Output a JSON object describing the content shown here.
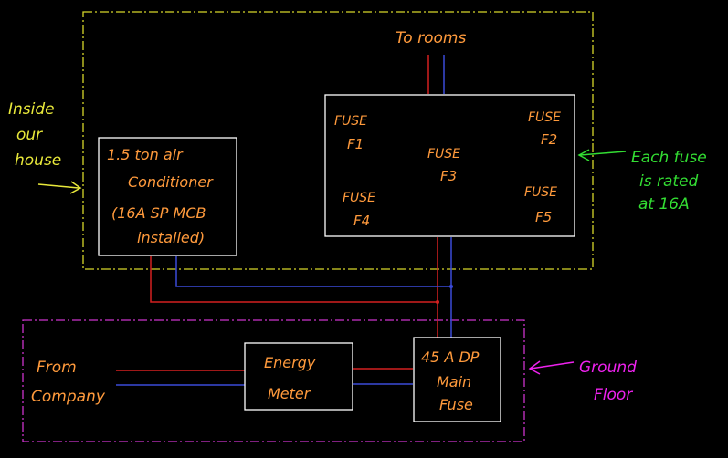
{
  "colors": {
    "background": "#000000",
    "box": "#ffffff",
    "house_border": "#d6d62a",
    "ground_border": "#cc33cc",
    "text_orange": "#ff9a3c",
    "text_yellow": "#e8e83a",
    "text_green": "#33dd33",
    "text_magenta": "#ee22ee",
    "wire_live": "#d42020",
    "wire_neutral": "#3a4ad8"
  },
  "labels": {
    "to_rooms": "To rooms",
    "inside_house": [
      "Inside",
      "our",
      "house"
    ],
    "each_fuse": [
      "Each fuse",
      "is rated",
      "at 16A"
    ],
    "ground_floor": [
      "Ground",
      "Floor"
    ],
    "from_company": [
      "From",
      "Company"
    ]
  },
  "ac_unit": {
    "lines": [
      "1.5 ton air",
      "Conditioner",
      "(16A SP MCB",
      "installed)"
    ]
  },
  "fuse_box": {
    "fuses": [
      {
        "name": "FUSE",
        "id": "F1"
      },
      {
        "name": "FUSE",
        "id": "F2"
      },
      {
        "name": "FUSE",
        "id": "F3"
      },
      {
        "name": "FUSE",
        "id": "F4"
      },
      {
        "name": "FUSE",
        "id": "F5"
      }
    ]
  },
  "energy_meter": {
    "lines": [
      "Energy",
      "Meter"
    ]
  },
  "main_fuse": {
    "lines": [
      "45 A DP",
      "Main",
      "Fuse"
    ]
  }
}
